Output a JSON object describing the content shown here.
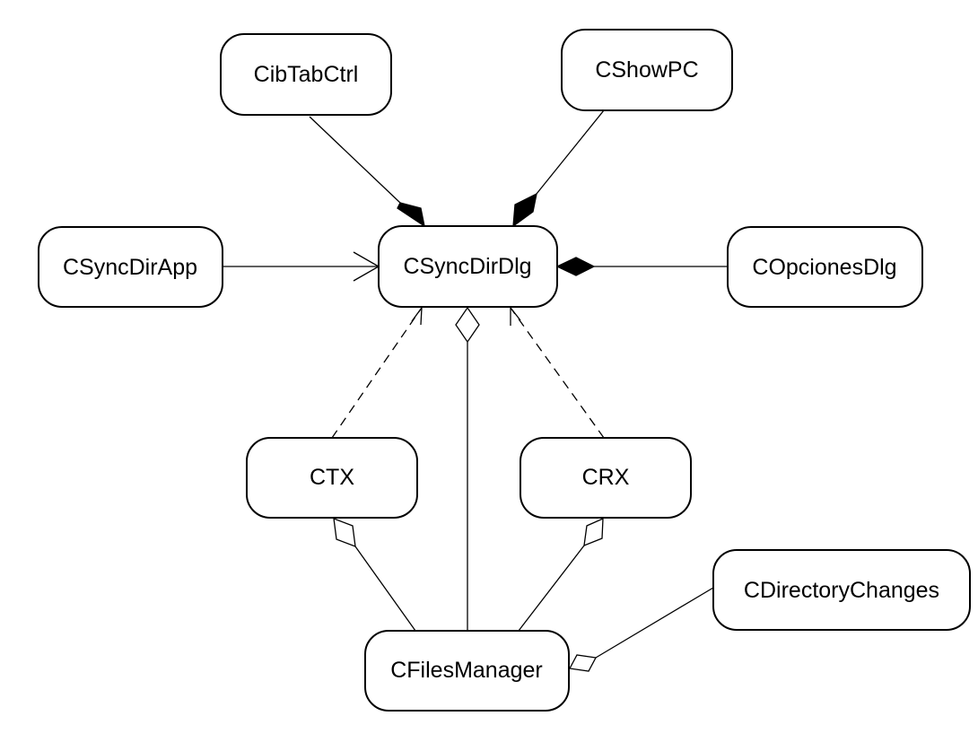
{
  "diagram": {
    "nodes": [
      {
        "id": "cibtabctrl",
        "label": "CibTabCtrl"
      },
      {
        "id": "cshowpc",
        "label": "CShowPC"
      },
      {
        "id": "csyncdirapp",
        "label": "CSyncDirApp"
      },
      {
        "id": "csyncdirdlg",
        "label": "CSyncDirDlg"
      },
      {
        "id": "copcionesdlg",
        "label": "COpcionesDlg"
      },
      {
        "id": "ctx",
        "label": "CTX"
      },
      {
        "id": "crx",
        "label": "CRX"
      },
      {
        "id": "cdirectorychanges",
        "label": "CDirectoryChanges"
      },
      {
        "id": "cfilesmanager",
        "label": "CFilesManager"
      }
    ],
    "edges": [
      {
        "from": "CibTabCtrl",
        "to": "CSyncDirDlg",
        "kind": "composition"
      },
      {
        "from": "CShowPC",
        "to": "CSyncDirDlg",
        "kind": "composition"
      },
      {
        "from": "CSyncDirApp",
        "to": "CSyncDirDlg",
        "kind": "association"
      },
      {
        "from": "COpcionesDlg",
        "to": "CSyncDirDlg",
        "kind": "composition"
      },
      {
        "from": "CTX",
        "to": "CSyncDirDlg",
        "kind": "dependency"
      },
      {
        "from": "CRX",
        "to": "CSyncDirDlg",
        "kind": "dependency"
      },
      {
        "from": "CFilesManager",
        "to": "CSyncDirDlg",
        "kind": "aggregation"
      },
      {
        "from": "CFilesManager",
        "to": "CTX",
        "kind": "aggregation"
      },
      {
        "from": "CFilesManager",
        "to": "CRX",
        "kind": "aggregation"
      },
      {
        "from": "CDirectoryChanges",
        "to": "CFilesManager",
        "kind": "aggregation"
      }
    ]
  }
}
